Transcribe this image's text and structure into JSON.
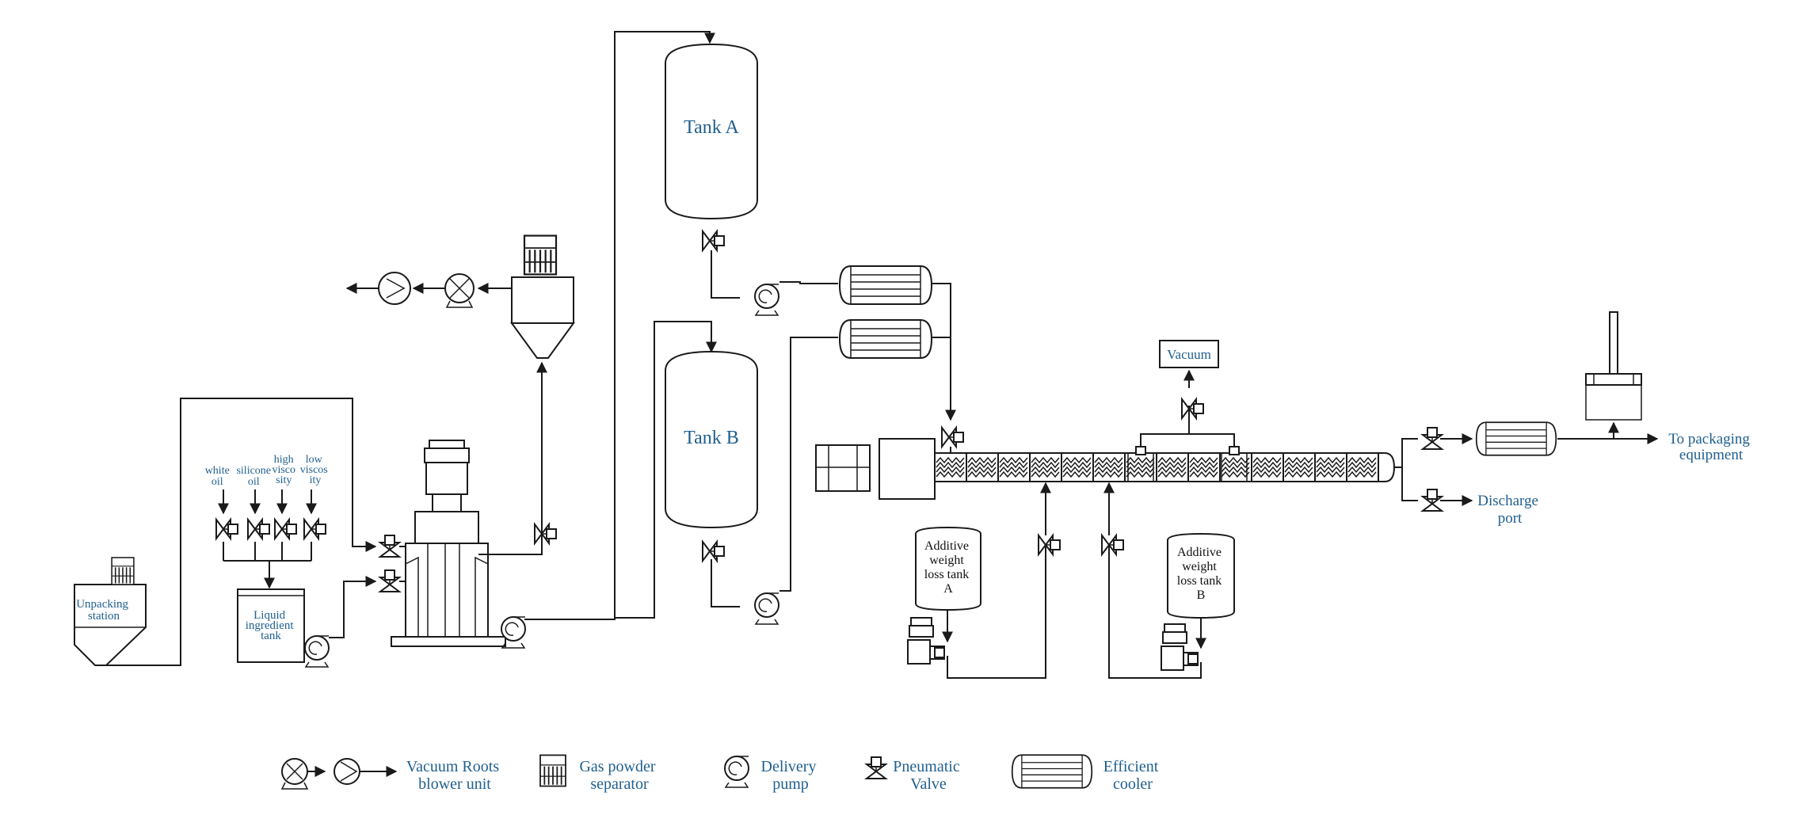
{
  "tanks": {
    "tank_a": "Tank A",
    "tank_b": "Tank B"
  },
  "oils": {
    "white_oil": [
      "white",
      "oil"
    ],
    "silicone_oil": [
      "silicone",
      "oil"
    ],
    "high_viscosity": [
      "high",
      "visco",
      "sity"
    ],
    "low_viscosity": [
      "low",
      "viscos",
      "ity"
    ]
  },
  "stations": {
    "unpacking": [
      "Unpacking",
      "station"
    ],
    "liquid_tank": [
      "Liquid",
      "ingredient",
      "tank"
    ],
    "vacuum": "Vacuum",
    "additive_a": [
      "Additive",
      "weight",
      "loss tank",
      "A"
    ],
    "additive_b": [
      "Additive",
      "weight",
      "loss tank",
      "B"
    ]
  },
  "outputs": {
    "packaging": [
      "To packaging",
      "equipment"
    ],
    "discharge": [
      "Discharge",
      "port"
    ]
  },
  "legend": {
    "roots_blower": [
      "Vacuum Roots",
      "blower unit"
    ],
    "gas_separator": [
      "Gas powder",
      "separator"
    ],
    "delivery_pump": [
      "Delivery",
      "pump"
    ],
    "pneumatic_valve": [
      "Pneumatic",
      "Valve"
    ],
    "cooler": [
      "Efficient",
      "cooler"
    ]
  },
  "colors": {
    "label_blue": "#1f5f8f",
    "line": "#1a1a1a"
  },
  "icons": [
    "vacuum-roots-blower-icon",
    "gas-powder-separator-icon",
    "delivery-pump-icon",
    "pneumatic-valve-icon",
    "efficient-cooler-icon",
    "motor-icon",
    "screw-extruder-icon",
    "piston-icon",
    "arrow-icon"
  ]
}
